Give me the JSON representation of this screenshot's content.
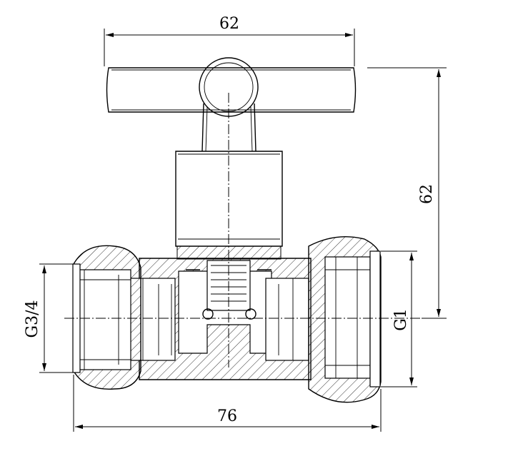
{
  "dimensions": {
    "handle_width": "62",
    "height": "62",
    "overall_length": "76",
    "left_thread": "G3/4",
    "right_thread": "G1"
  },
  "colors": {
    "line": "#000000",
    "background": "#ffffff"
  }
}
